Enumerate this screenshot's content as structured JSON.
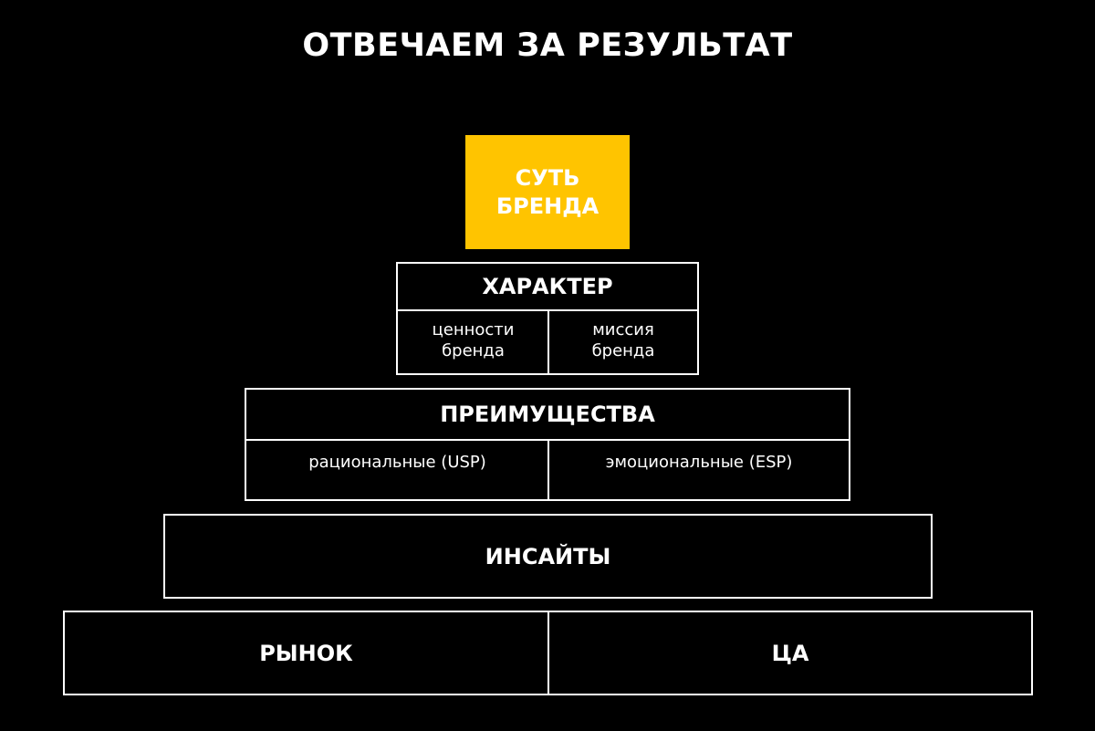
{
  "title": "ОТВЕЧАЕМ ЗА РЕЗУЛЬТАТ",
  "accent_color": "#FFC400",
  "pyramid": {
    "core": "СУТЬ\nБРЕНДА",
    "character": {
      "header": "ХАРАКТЕР",
      "left": "ценности\nбренда",
      "right": "миссия\nбренда"
    },
    "benefits": {
      "header": "ПРЕИМУЩЕСТВА",
      "left": "рациональные (USP)",
      "right": "эмоциональные (ESP)"
    },
    "insights": "ИНСАЙТЫ",
    "base": {
      "left": "РЫНОК",
      "right": "ЦА"
    }
  }
}
